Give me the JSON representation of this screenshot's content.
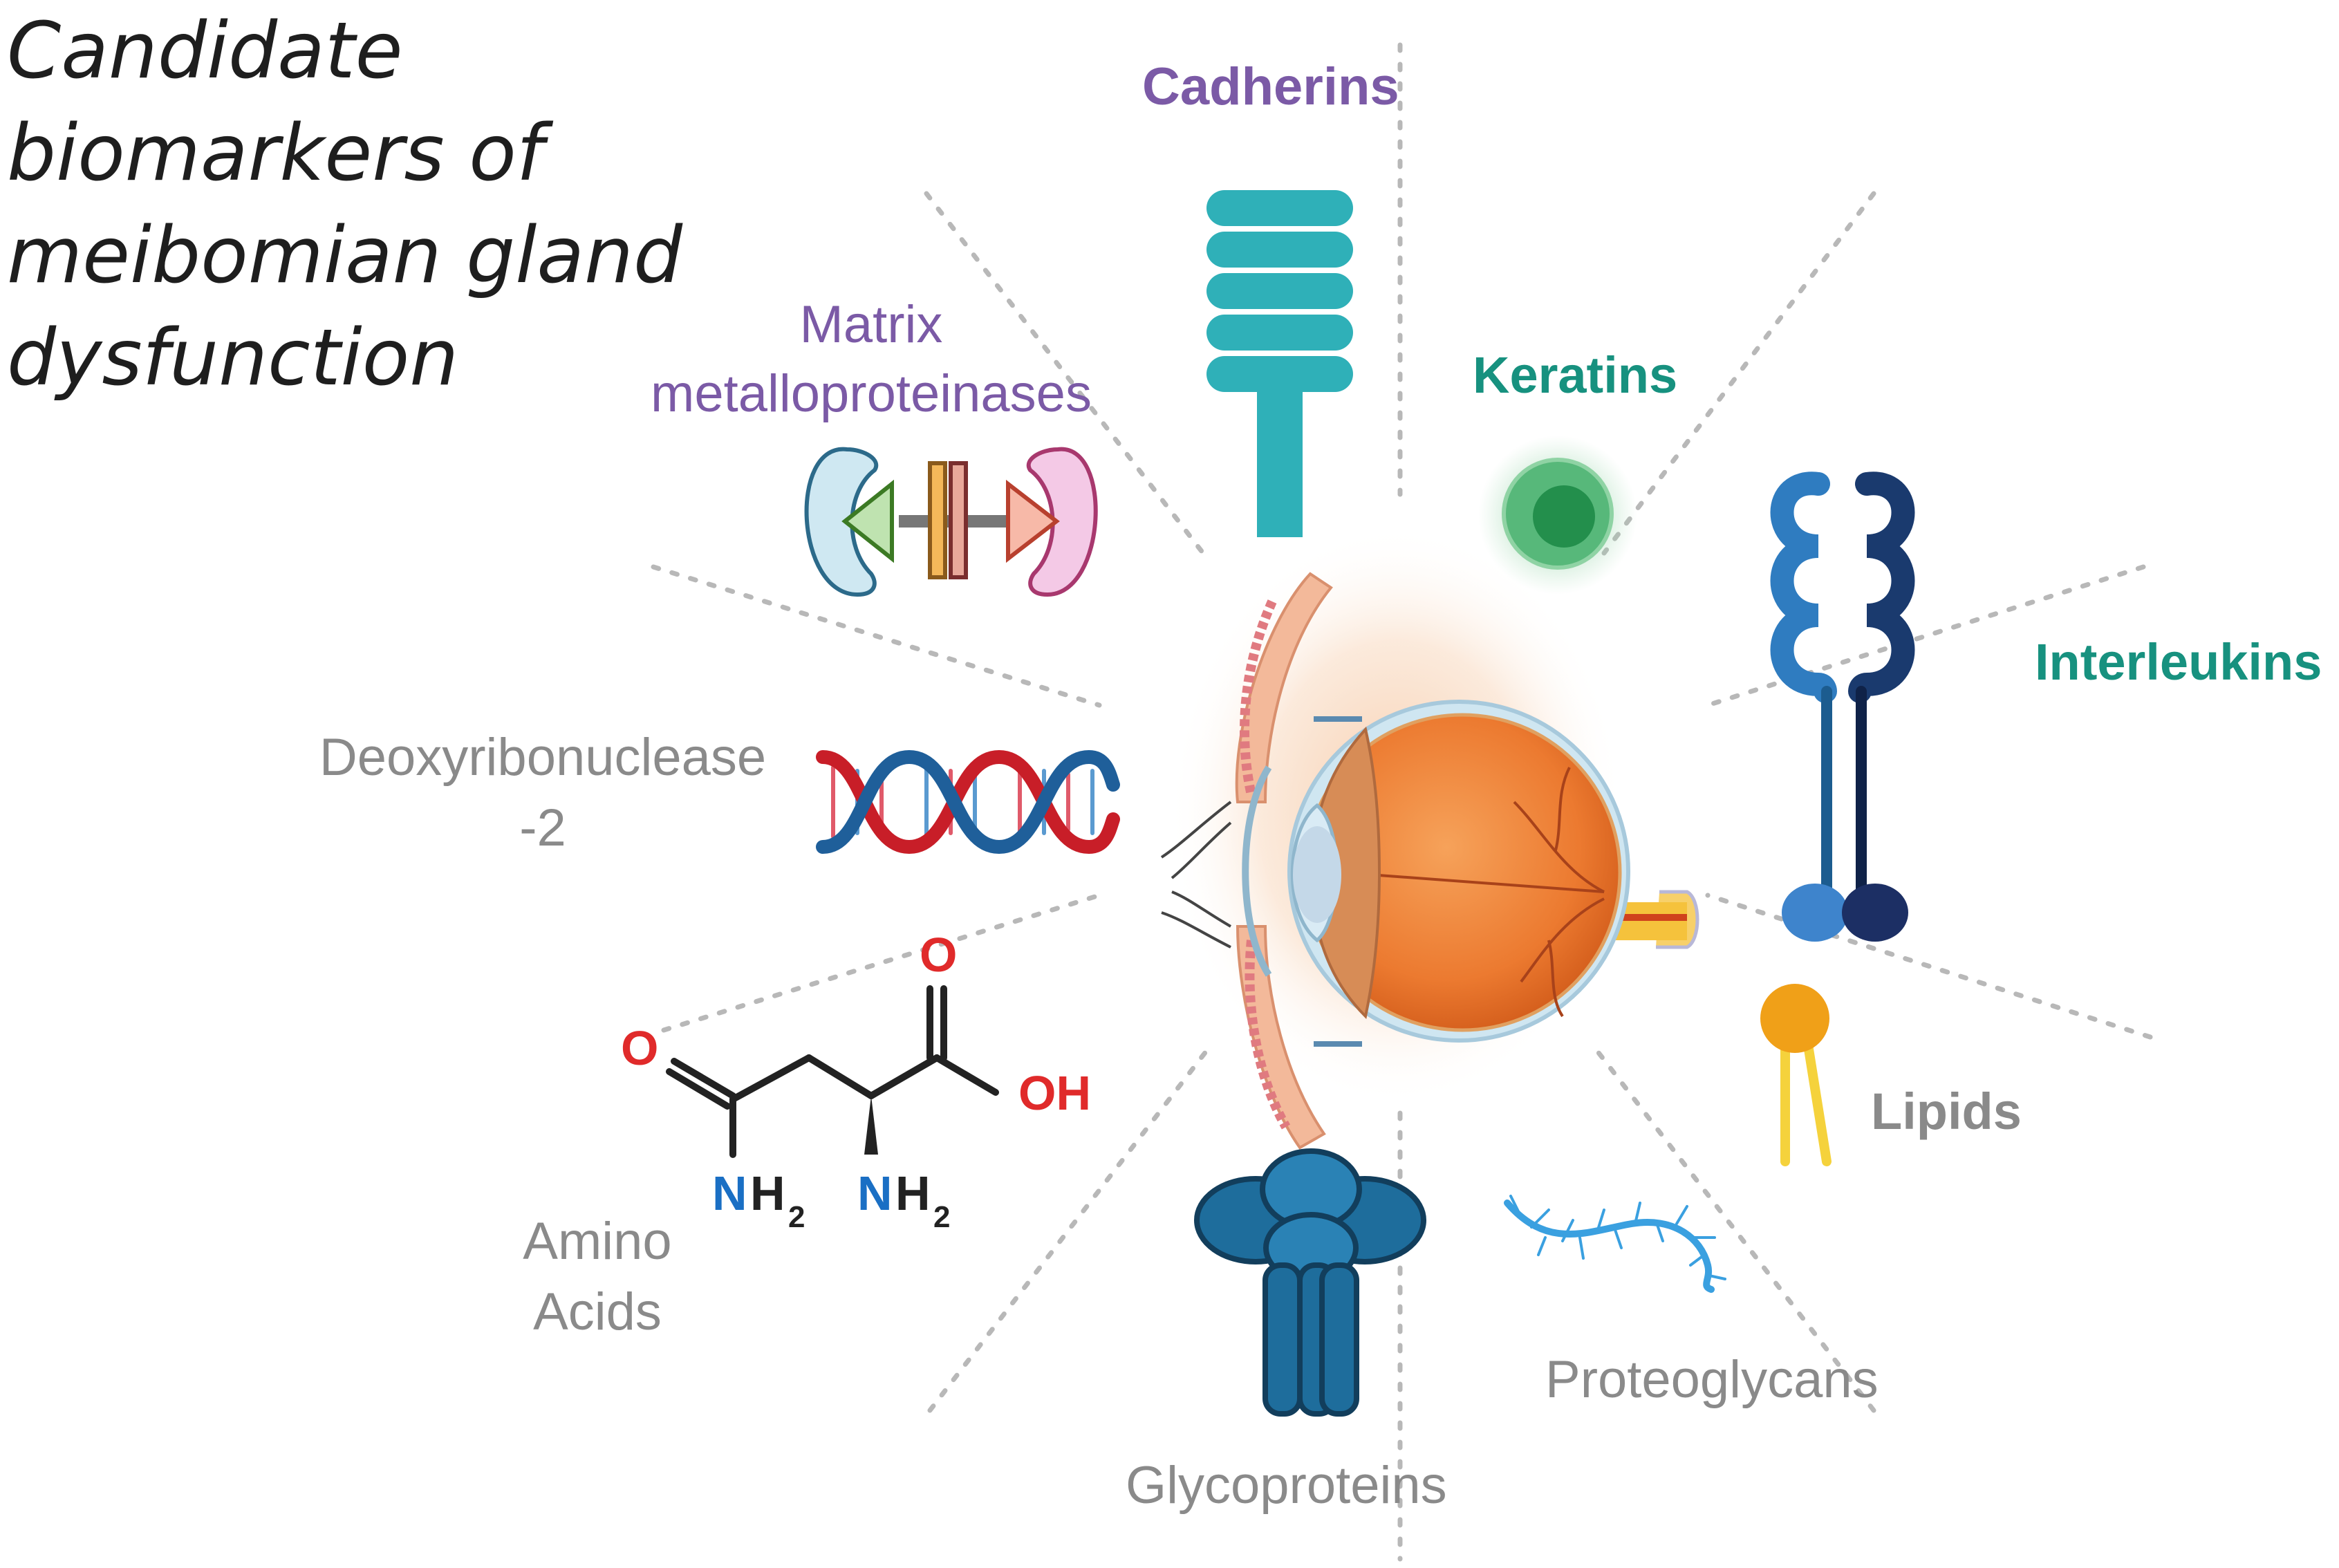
{
  "title": "Candidate\nbiomarkers of\nmeibomian gland\ndysfunction",
  "colors": {
    "purple": "#7b5aa6",
    "teal": "#17917f",
    "gray": "#8a8a8a",
    "cadherin": "#2fb0b8",
    "keratin": "#2e9e57",
    "interleukin_light": "#2f7cc0",
    "interleukin_dark": "#1a3a6e",
    "lipid_head": "#f0a018",
    "lipid_tail": "#f5d23c",
    "glycoprotein": "#1e6d9c",
    "proteoglycan": "#3aa0e0",
    "dna_red": "#c81e28",
    "dna_blue": "#1f5f9a",
    "oxygen": "#e02a2a",
    "nitrogen": "#1a6fc4",
    "eye_orange": "#f08a3c"
  },
  "labels": {
    "cadherins": "Cadherins",
    "keratins": "Keratins",
    "interleukins": "Interleukins",
    "lipids": "Lipids",
    "proteoglycans": "Proteoglycans",
    "glycoproteins": "Glycoproteins",
    "amino_acids": "Amino\nAcids",
    "deoxyribonuclease": "Deoxyribonuclease\n-2",
    "mmp": "Matrix\nmetalloproteinases"
  },
  "molecule": {
    "o_left": "O",
    "o_top": "O",
    "oh": "OH",
    "n1": "N",
    "h1": "H",
    "sub1": "2",
    "n2": "N",
    "h2": "H",
    "sub2": "2"
  }
}
